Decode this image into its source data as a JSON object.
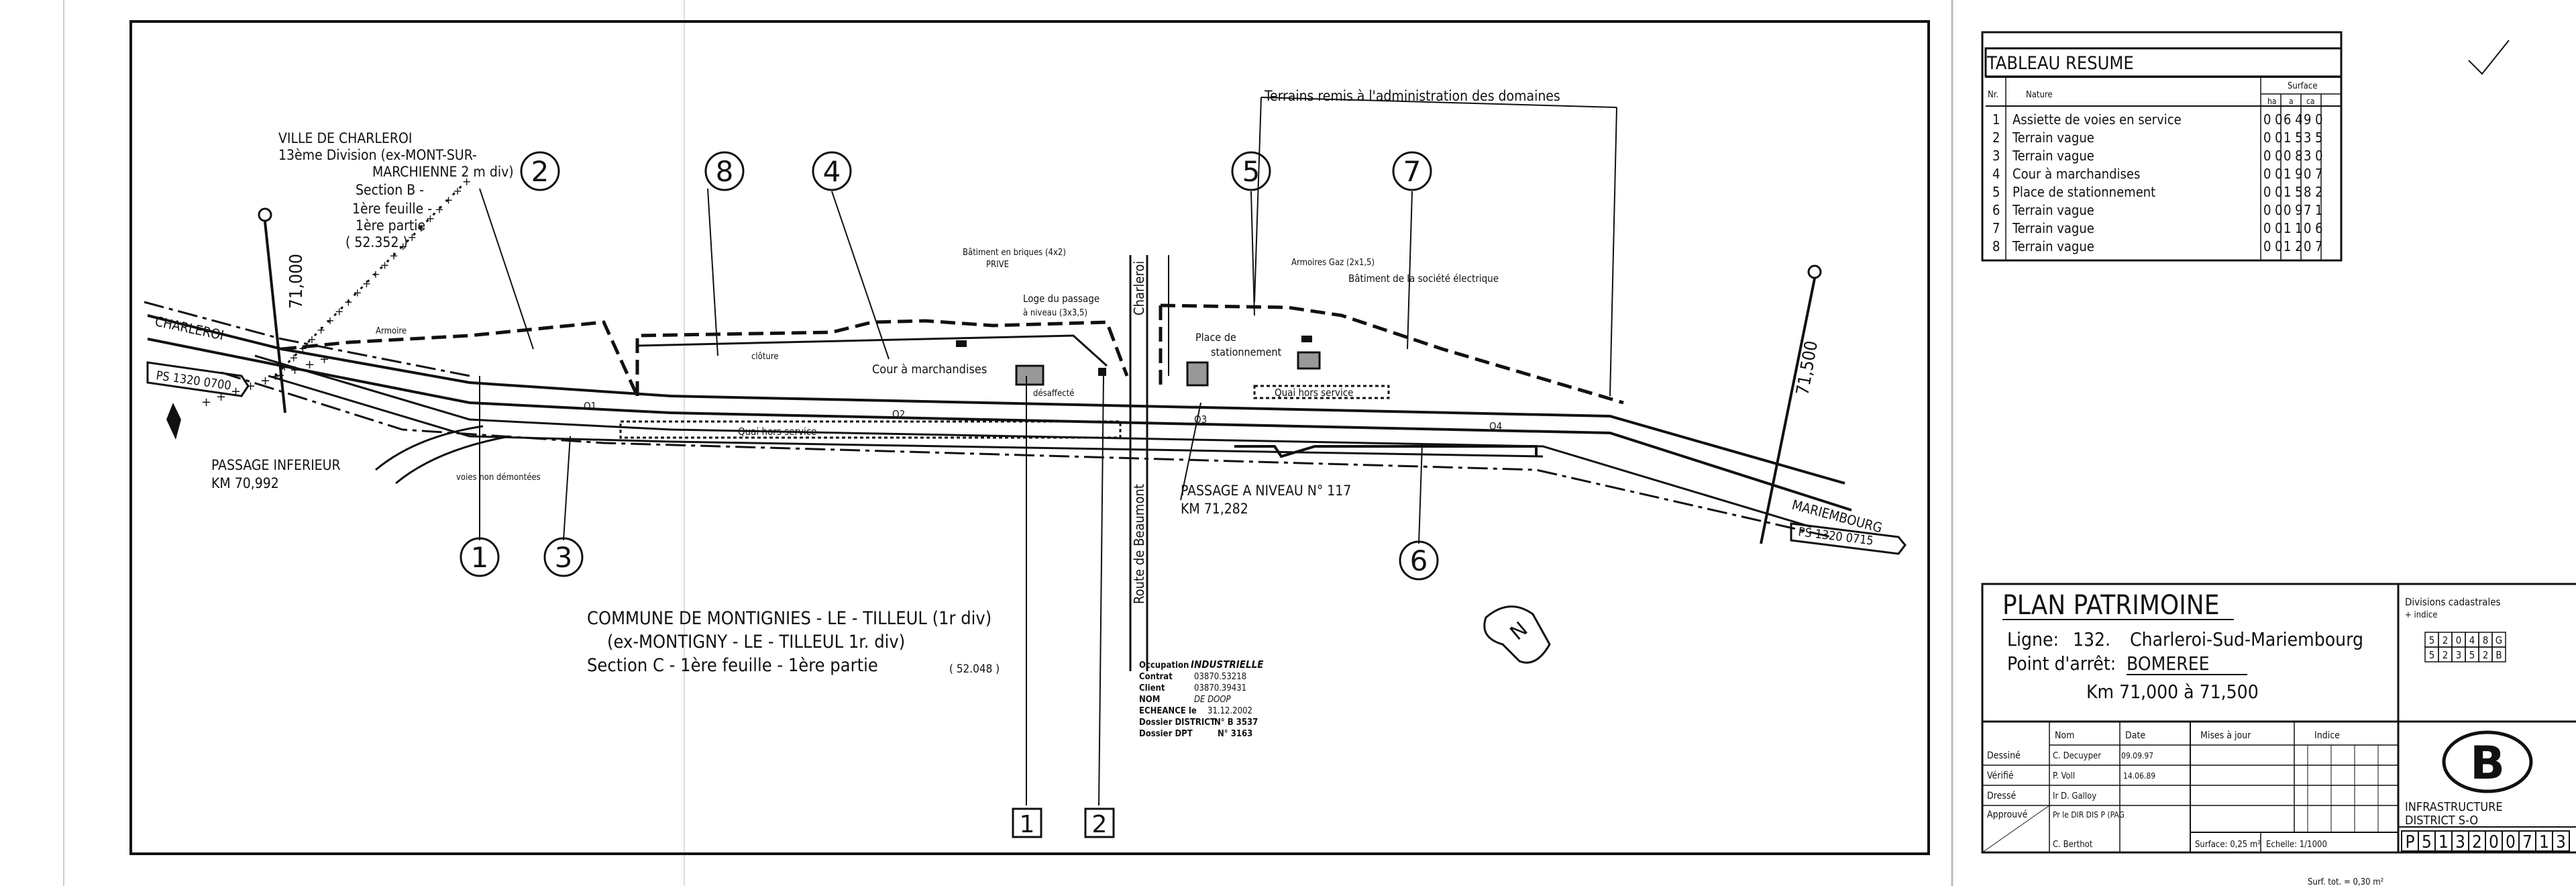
{
  "plan": {
    "ville": "VILLE DE CHARLEROI",
    "division": "13ème Division (ex-MONT-SUR-",
    "division2": "MARCHIENNE 2 m div)",
    "section_b": "Section B -",
    "feuille_b": "1ère feuille -",
    "partie_b": "1ère partie",
    "ref_b": "( 52.352 )",
    "post_left": "71,000",
    "post_right": "71,500",
    "charleroi": "CHARLEROI",
    "mariembourg": "MARIEMBOURG",
    "p_left": "PS 1320 0700",
    "p_right": "PS 1320 0715",
    "passage_inf": "PASSAGE INFERIEUR",
    "passage_inf_km": "KM 70,992",
    "passage_niveau": "PASSAGE A NIVEAU N° 117",
    "passage_niveau_km": "KM 71,282",
    "route": "Route de Beaumont",
    "charleroi_road": "Charleroi",
    "terrains_remis": "Terrains remis à l'administration des domaines",
    "armoire": "Armoire",
    "batiment_briques": "Bâtiment en briques (4x2)",
    "prive": "PRIVE",
    "loge": "Loge du passage",
    "loge2": "à niveau (3x3,5)",
    "armoires_gaz": "Armoires Gaz (2x1,5)",
    "batiment_soc": "Bâtiment de la société électrique",
    "place": "Place de",
    "place2": "stationnement",
    "cour": "Cour à marchandises",
    "cloture": "clôture",
    "quai": "Quai hors service",
    "quai2": "Quai hors service",
    "voies": "voies non démontées",
    "desaffecte": "désaffecté",
    "commune1": "COMMUNE DE MONTIGNIES - LE - TILLEUL (1r div)",
    "commune2": "(ex-MONTIGNY - LE - TILLEUL 1r. div)",
    "commune3": "Section C - 1ère feuille - 1ère partie",
    "commune_ref": "( 52.048 )",
    "track_o1": "O1",
    "track_o2": "O2",
    "track_o3": "O3",
    "track_o4": "O4",
    "n1": "1",
    "n2": "2",
    "n3": "3",
    "n4": "4",
    "n5": "5",
    "n6": "6",
    "n7": "7",
    "n8": "8",
    "box1": "1",
    "box2": "2",
    "occ_label": "Occupation",
    "occ_value": "INDUSTRIELLE",
    "contrat_label": "Contrat",
    "contrat_value": "03870.53218",
    "client_label": "Client",
    "client_value": "03870.39431",
    "nom_label": "NOM",
    "nom_value": "DE DOOP",
    "echeance_label": "ECHEANCE le",
    "echeance_value": "31.12.2002",
    "dossier_label": "Dossier DISTRICT",
    "dossier_value": "N° B 3537",
    "dpt_label": "Dossier DPT",
    "dpt_value": "N° 3163",
    "north": "N"
  },
  "tableau": {
    "title": "TABLEAU RESUME",
    "col_no": "Nr.",
    "col_nature": "Nature",
    "col_surface": "Surface",
    "sub_ha": "ha",
    "sub_a": "a",
    "sub_ca": "ca",
    "rows": [
      {
        "n": "1",
        "nature": "Assiette de voies en service",
        "ha": "0 0",
        "a": "6 4",
        "ca": "9 0"
      },
      {
        "n": "2",
        "nature": "Terrain vague",
        "ha": "0 0",
        "a": "1 5",
        "ca": "3 5"
      },
      {
        "n": "3",
        "nature": "Terrain vague",
        "ha": "0 0",
        "a": "0 8",
        "ca": "3 0"
      },
      {
        "n": "4",
        "nature": "Cour à marchandises",
        "ha": "0 0",
        "a": "1 9",
        "ca": "0 7"
      },
      {
        "n": "5",
        "nature": "Place de stationnement",
        "ha": "0 0",
        "a": "1 5",
        "ca": "8 2"
      },
      {
        "n": "6",
        "nature": "Terrain vague",
        "ha": "0 0",
        "a": "0 9",
        "ca": "7 1"
      },
      {
        "n": "7",
        "nature": "Terrain vague",
        "ha": "0 0",
        "a": "1 1",
        "ca": "0 6"
      },
      {
        "n": "8",
        "nature": "Terrain vague",
        "ha": "0 0",
        "a": "1 2",
        "ca": "0 7"
      }
    ]
  },
  "cartouche": {
    "title": "PLAN PATRIMOINE",
    "ligne_label": "Ligne:",
    "ligne_value": "132.",
    "ligne_name": "Charleroi-Sud-Mariembourg",
    "arret_label": "Point d'arrêt:",
    "arret_value": "BOMEREE",
    "km": "Km 71,000 à 71,500",
    "divisions_title": "Divisions cadastrales",
    "divisions_sub": "+ indice",
    "div_row1": [
      "5",
      "2",
      "0",
      "4",
      "8",
      "G"
    ],
    "div_row2": [
      "5",
      "2",
      "3",
      "5",
      "2",
      "B"
    ],
    "nom": "Nom",
    "date": "Date",
    "mises": "Mises à jour",
    "indice": "Indice",
    "dessine": "Dessiné",
    "dessine_nom": "C. Decuyper",
    "dessine_date": "09.09.97",
    "verifie": "Vérifié",
    "verifie_nom": "P. Voll",
    "verifie_date": "14.06.89",
    "dresse": "Dressé",
    "dresse_nom": "Ir D. Galloy",
    "approuve": "Approuvé",
    "approuve_nom": "Pr le DIR DIS P (PAG",
    "approuve_nom2": "C. Berthot",
    "surface": "Surface: 0,25 m²",
    "echelle": "Echelle: 1/1000",
    "plan_no": [
      "P",
      "5",
      "1",
      "3",
      "2",
      "0",
      "0",
      "7",
      "1",
      "3"
    ],
    "infra": "INFRASTRUCTURE",
    "district": "DISTRICT S-O",
    "logo": "B",
    "footer_note": "Surf. tot. = 0,30 m²"
  }
}
